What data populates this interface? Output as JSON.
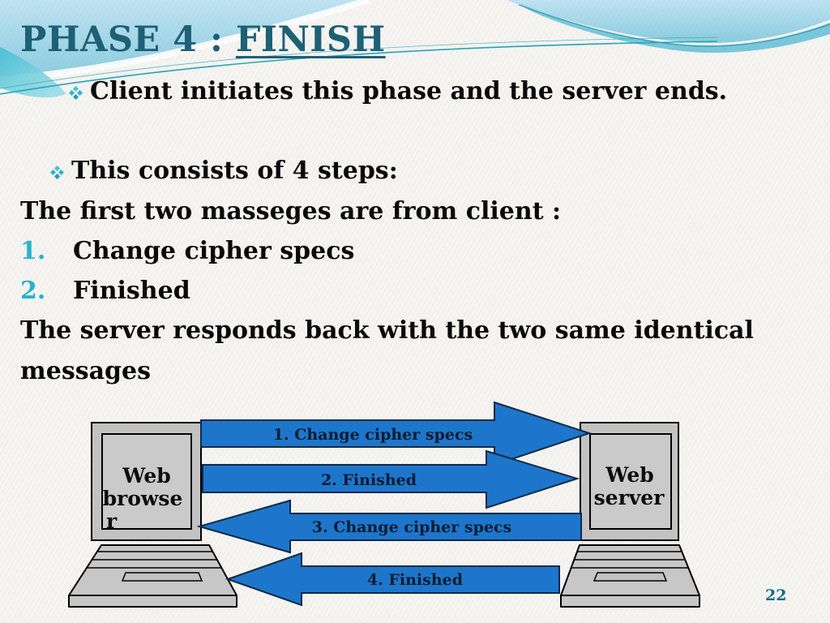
{
  "slide": {
    "title": {
      "prefix": "PHASE 4 : ",
      "emphasis": "FINISH"
    },
    "page_number": "22"
  },
  "content": {
    "bullet1": "Client initiates this phase and the server ends.",
    "bullet2": "This consists of 4 steps:",
    "line_client_intro": "The first two masseges are from client :",
    "step1_number": "1.",
    "step1_text": "Change cipher specs",
    "step2_number": "2.",
    "step2_text": "Finished",
    "line_server_response_1": "The server responds back with the two same identical",
    "line_server_response_2": "messages"
  },
  "diagram": {
    "browser_label_lines": [
      "Web",
      "browse",
      "r"
    ],
    "server_label_lines": [
      "Web",
      "server"
    ],
    "arrows": [
      {
        "label": "1. Change cipher specs",
        "direction": "right"
      },
      {
        "label": "2. Finished",
        "direction": "right"
      },
      {
        "label": "3. Change cipher specs",
        "direction": "left"
      },
      {
        "label": "4. Finished",
        "direction": "left"
      }
    ]
  },
  "colors": {
    "title_teal": "#1e6076",
    "list_number_cyan": "#29b2cd",
    "bullet_cyan": "#2db5cf",
    "body_text": "#0a0a0a",
    "arrow_blue": "#1d76cb",
    "arrow_outline": "#0e2a47",
    "computer_gray": "#c2c2c2",
    "page_number_teal": "#1a6a83",
    "banner_blue_light": "#bfe3f2",
    "banner_blue_deep": "#8accdf"
  }
}
